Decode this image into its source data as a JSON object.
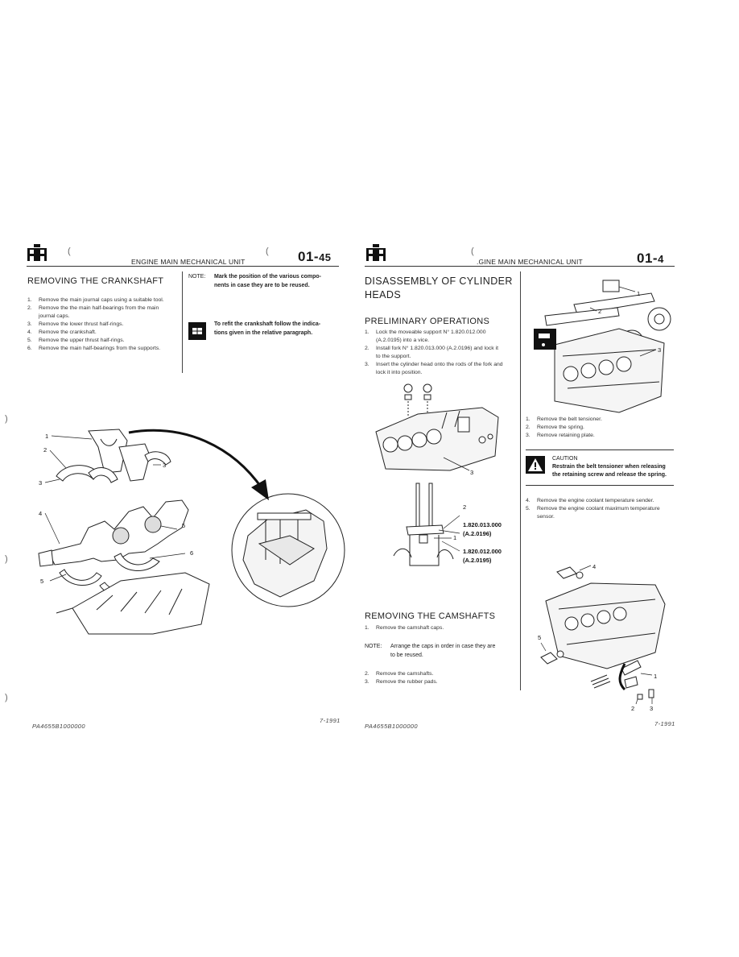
{
  "left_page": {
    "header": {
      "title": "ENGINE MAIN MECHANICAL UNIT",
      "section_number": "01-",
      "page_number": "45"
    },
    "section_title": "REMOVING THE CRANKSHAFT",
    "steps": [
      {
        "n": "1.",
        "text": "Remove the main journal caps using a suitable tool."
      },
      {
        "n": "2.",
        "text": "Remove the the main half-bearings from the main"
      },
      {
        "n": "",
        "text": "journal caps."
      },
      {
        "n": "3.",
        "text": "Remove the lower thrust half-rings."
      },
      {
        "n": "4.",
        "text": "Remove the crankshaft."
      },
      {
        "n": "5.",
        "text": "Remove the upper thrust half-rings."
      },
      {
        "n": "6.",
        "text": "Remove the main half-bearings from the supports."
      }
    ],
    "note": {
      "label": "NOTE:",
      "line1": "Mark the position of the various compo-",
      "line2": "nents in case they are to be reused."
    },
    "refit": {
      "line1": "To refit the crankshaft follow the indica-",
      "line2": "tions given in the relative paragraph."
    },
    "figure_labels": [
      "1",
      "2",
      "3",
      "3",
      "4",
      "5",
      "5",
      "6"
    ],
    "footer_code": "PA4655B1000000",
    "footer_date": "7-1991"
  },
  "right_page": {
    "header": {
      "title": ".GINE MAIN MECHANICAL UNIT",
      "section_number": "01-",
      "page_number": "4"
    },
    "title_line1": "DISASSEMBLY OF CYLINDER",
    "title_line2": "HEADS",
    "preliminary_title": "PRELIMINARY OPERATIONS",
    "preliminary_steps": [
      {
        "n": "1.",
        "text": "Lock the moveable support N° 1.820.012.000"
      },
      {
        "n": "",
        "text": "(A.2.0195) into a vice."
      },
      {
        "n": "2.",
        "text": "Install fork N° 1.820.013.000 (A.2.0196) and lock it"
      },
      {
        "n": "",
        "text": "to the support."
      },
      {
        "n": "3.",
        "text": "Insert the cylinder head onto the rods of the fork and"
      },
      {
        "n": "",
        "text": "lock it into position."
      }
    ],
    "fig1_labels": {
      "l1": "1",
      "l2": "2",
      "l3": "3",
      "tool_fork": "1.820.013.000",
      "tool_fork_code": "(A.2.0196)",
      "tool_support": "1.820.012.000",
      "tool_support_code": "(A.2.0195)"
    },
    "camshaft_title": "REMOVING THE CAMSHAFTS",
    "camshaft_step1": {
      "n": "1.",
      "text": "Remove the camshaft caps."
    },
    "camshaft_note": {
      "label": "NOTE:",
      "line1": "Arrange the caps in order in case they are",
      "line2": "to be reused."
    },
    "camshaft_steps": [
      {
        "n": "2.",
        "text": "Remove the camshafts."
      },
      {
        "n": "3.",
        "text": "Remove the rubber pads."
      }
    ],
    "belt_steps": [
      {
        "n": "1.",
        "text": "Remove the belt tensioner."
      },
      {
        "n": "2.",
        "text": "Remove the spring."
      },
      {
        "n": "3.",
        "text": "Remove retaining plate."
      }
    ],
    "caution": {
      "title": "CAUTION",
      "line1": "Restrain the belt tensioner when releasing",
      "line2": "the retaining screw and release the spring."
    },
    "sensor_steps": [
      {
        "n": "4.",
        "text": "Remove the engine coolant temperature sender."
      },
      {
        "n": "5.",
        "text": "Remove the engine coolant maximum temperature"
      },
      {
        "n": "",
        "text": "sensor."
      }
    ],
    "fig_cam_labels": [
      "1",
      "2",
      "3"
    ],
    "fig_sensor_labels": [
      "4",
      "5",
      "1",
      "2",
      "3"
    ],
    "footer_code": "PA4655B1000000",
    "footer_date": "7-1991"
  }
}
